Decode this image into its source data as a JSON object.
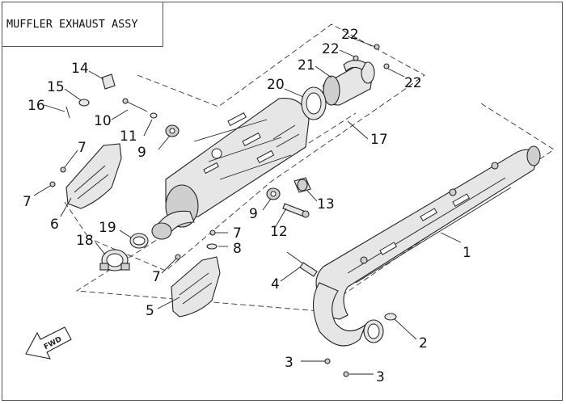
{
  "title": "MUFFLER EXHAUST ASSY",
  "front_marker": "FWD",
  "callouts": [
    {
      "id": "c1",
      "text": "1"
    },
    {
      "id": "c2",
      "text": "2"
    },
    {
      "id": "c3a",
      "text": "3"
    },
    {
      "id": "c3b",
      "text": "3"
    },
    {
      "id": "c4",
      "text": "4"
    },
    {
      "id": "c5",
      "text": "5"
    },
    {
      "id": "c6",
      "text": "6"
    },
    {
      "id": "c7a",
      "text": "7"
    },
    {
      "id": "c7b",
      "text": "7"
    },
    {
      "id": "c7c",
      "text": "7"
    },
    {
      "id": "c7d",
      "text": "7"
    },
    {
      "id": "c8",
      "text": "8"
    },
    {
      "id": "c9a",
      "text": "9"
    },
    {
      "id": "c9b",
      "text": "9"
    },
    {
      "id": "c10",
      "text": "10"
    },
    {
      "id": "c11",
      "text": "11"
    },
    {
      "id": "c12",
      "text": "12"
    },
    {
      "id": "c13",
      "text": "13"
    },
    {
      "id": "c14",
      "text": "14"
    },
    {
      "id": "c15",
      "text": "15"
    },
    {
      "id": "c16",
      "text": "16"
    },
    {
      "id": "c17",
      "text": "17"
    },
    {
      "id": "c18",
      "text": "18"
    },
    {
      "id": "c19",
      "text": "19"
    },
    {
      "id": "c20",
      "text": "20"
    },
    {
      "id": "c21",
      "text": "21"
    },
    {
      "id": "c22a",
      "text": "22"
    },
    {
      "id": "c22b",
      "text": "22"
    },
    {
      "id": "c22c",
      "text": "22"
    }
  ]
}
